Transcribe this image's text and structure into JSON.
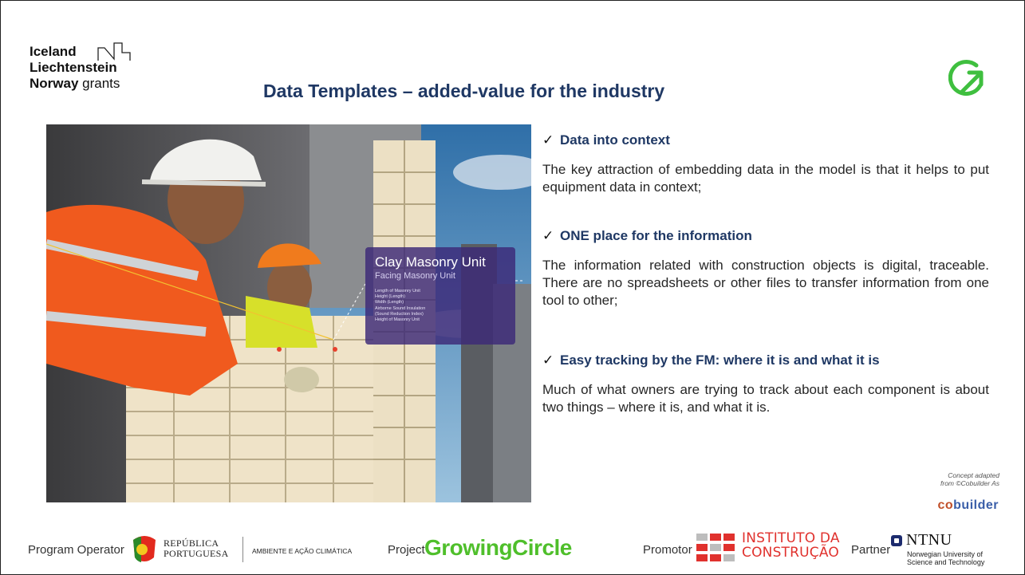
{
  "grants_logo": {
    "line1": "Iceland",
    "line2": "Liechtenstein",
    "line3_bold": "Norway",
    "line3_light": "grants"
  },
  "title": "Data Templates – added-value for the industry",
  "photo_overlay": {
    "heading": "Clay Masonry Unit",
    "subheading": "Facing Masonry Unit",
    "rows": [
      "Length of Masonry Unit",
      "Height (Length)",
      "Width (Length)",
      "Airborne Sound Insulation",
      "(Sound Reduction Index)",
      "Height of Masonry Unit"
    ]
  },
  "bullets": [
    {
      "check": "✓",
      "heading": "Data into context",
      "body": "The key attraction of embedding data in the model is that it helps to put equipment data in context;"
    },
    {
      "check": "✓",
      "heading": "ONE place for the information",
      "body": "The information related with construction objects is digital, traceable. There are no spreadsheets or other files to transfer information from one tool to other;"
    },
    {
      "check": "✓",
      "heading": "Easy tracking by the FM: where it is and what it is",
      "body": "Much of what owners are trying to track about each component is about two things – where it is, and what it is."
    }
  ],
  "credit": {
    "line1": "Concept adapted",
    "line2": "from ©Cobuilder As"
  },
  "cobuilder": {
    "part1": "co",
    "part2": "builder"
  },
  "footer": {
    "program_operator_label": "Program Operator",
    "republica_line1": "REPÚBLICA",
    "republica_line2": "PORTUGUESA",
    "ambiente": "AMBIENTE E AÇÃO CLIMÁTICA",
    "project_label": "Project",
    "project_name": "GrowingCircle",
    "promotor_label": "Promotor",
    "itec_line1": "INSTITUTO DA",
    "itec_line2": "CONSTRUÇÃO",
    "partner_label": "Partner",
    "ntnu": "NTNU",
    "ntnu_sub1": "Norwegian University of",
    "ntnu_sub2": "Science and Technology"
  },
  "colors": {
    "title": "#1f3864",
    "growing_green": "#4fbf2b",
    "itec_red": "#e0312d",
    "ntnu_navy": "#1d2b6e",
    "overlay_purple": "#3c2878"
  },
  "icons": [
    "grants-logo-icon",
    "growing-circle-arrow-icon",
    "portugal-flag-icon",
    "itec-grid-icon",
    "ntnu-logo-icon"
  ]
}
